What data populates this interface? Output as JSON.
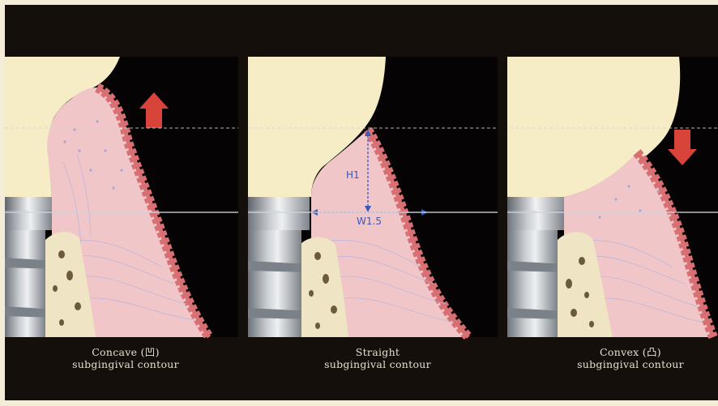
{
  "panels": [
    {
      "name": "Concave",
      "glyph": "凹",
      "subtitle": "subgingival contour",
      "arrow": "up"
    },
    {
      "name": "Straight",
      "glyph": "",
      "subtitle": "subgingival contour",
      "arrow": ""
    },
    {
      "name": "Convex",
      "glyph": "凸",
      "subtitle": "subgingival contour",
      "arrow": "down"
    }
  ],
  "measurements": {
    "height_label": "H1",
    "width_label": "W1.5"
  },
  "colors": {
    "background": "#130e0a",
    "crown": "#f6ecc6",
    "gingiva": "#f1c6c9",
    "epithelium": "#d87073",
    "bone": "#efe4c3",
    "implant": "#9aa0a6",
    "arrow": "#d9443a",
    "measure": "#3b57b8"
  },
  "diagram": {}
}
